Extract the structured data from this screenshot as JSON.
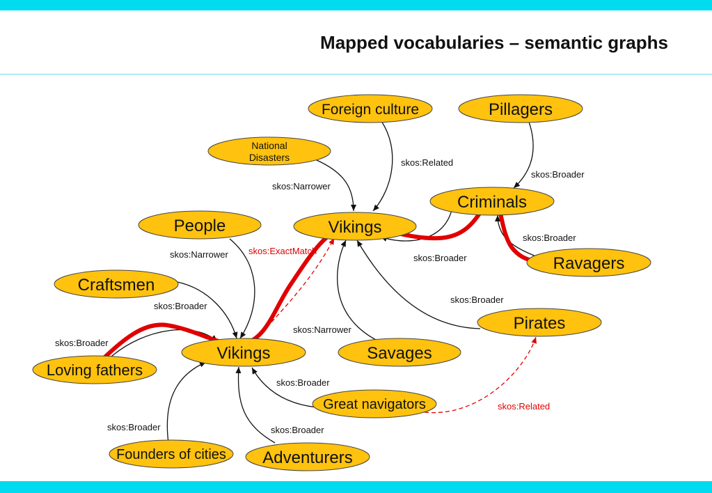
{
  "title": "Mapped vocabularies – semantic graphs",
  "colors": {
    "accent_bar": "#00dbf0",
    "node_fill": "#ffc20e",
    "edge": "#111111",
    "related_edge": "#e00000",
    "path_highlight": "#e00000"
  },
  "nodes": {
    "foreign_culture": "Foreign culture",
    "pillagers": "Pillagers",
    "national_disasters_line1": "National",
    "national_disasters_line2": "Disasters",
    "criminals": "Criminals",
    "people": "People",
    "vikings_top": "Vikings",
    "ravagers": "Ravagers",
    "craftsmen": "Craftsmen",
    "pirates": "Pirates",
    "vikings_main": "Vikings",
    "savages": "Savages",
    "loving_fathers": "Loving fathers",
    "great_navigators": "Great navigators",
    "founders_of_cities": "Founders of cities",
    "adventurers": "Adventurers"
  },
  "edge_labels": {
    "foreign_culture_related": "skos:Related",
    "pillagers_broader": "skos:Broader",
    "national_disasters_narrower": "skos:Narrower",
    "ravagers_broader": "skos:Broader",
    "criminals_broader": "skos:Broader",
    "people_narrower": "skos:Narrower",
    "exact_match": "skos:ExactMatch",
    "pirates_broader": "skos:Broader",
    "craftsmen_broader": "skos:Broader",
    "savages_narrower": "skos:Narrower",
    "loving_fathers_broader": "skos:Broader",
    "great_navigators_broader": "skos:Broader",
    "navigators_pirates_related": "skos:Related",
    "founders_broader": "skos:Broader",
    "adventurers_broader": "skos:Broader"
  }
}
